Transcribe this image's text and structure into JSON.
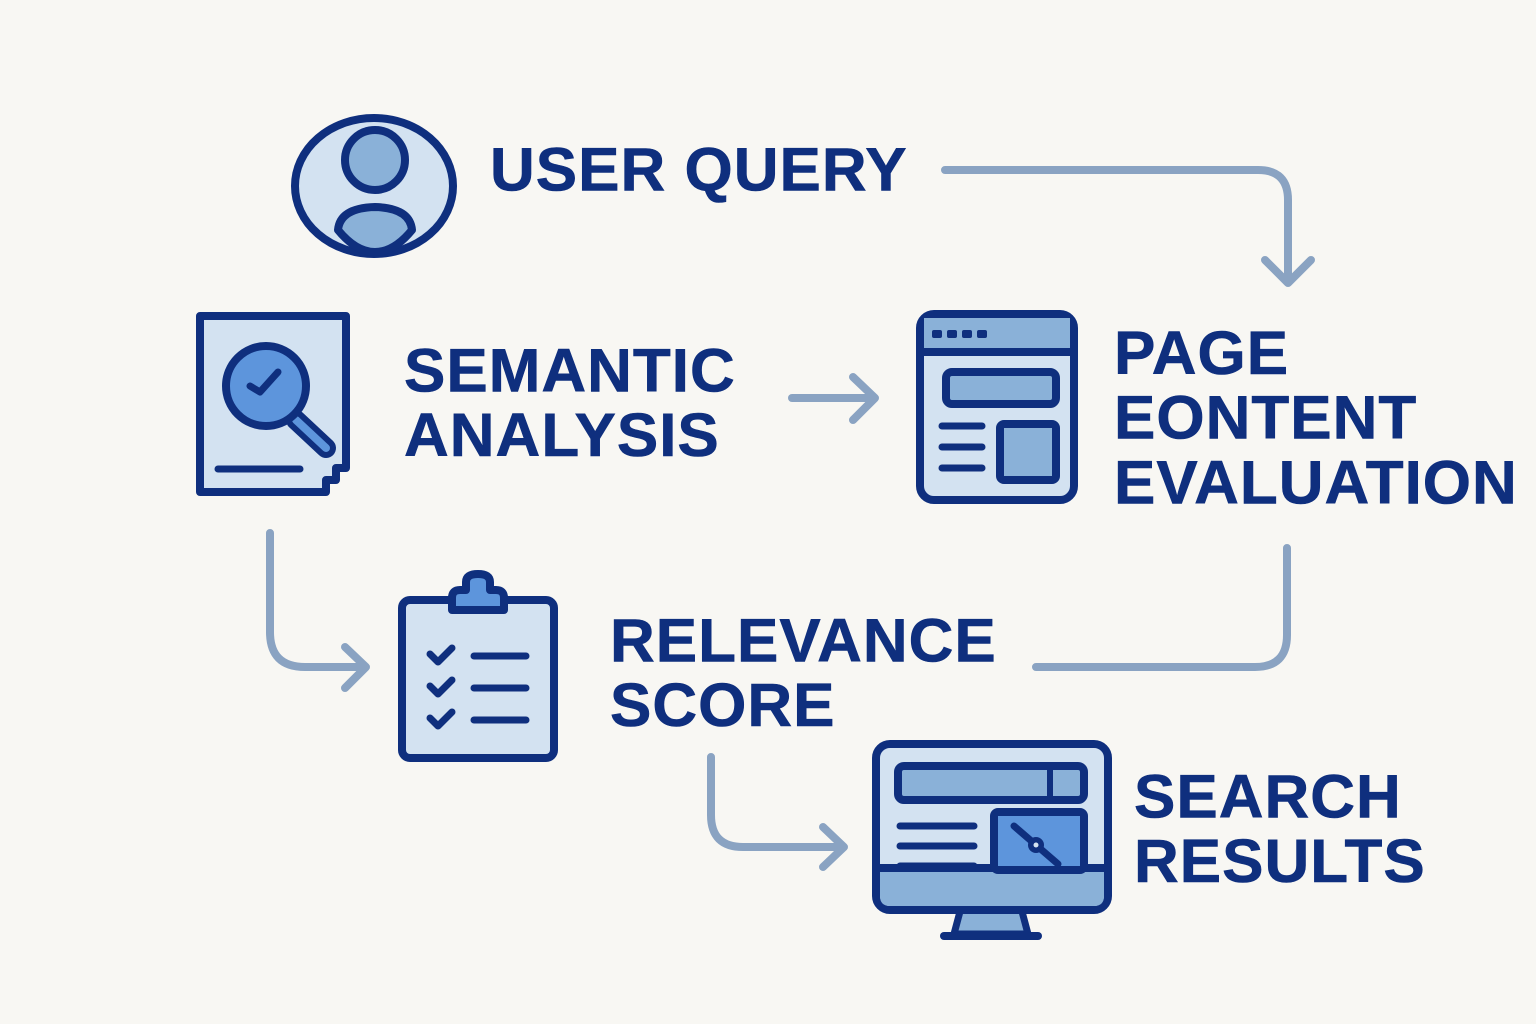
{
  "diagram": {
    "type": "flowchart",
    "colors": {
      "background": "#f8f7f3",
      "text": "#0f2f7e",
      "icon_outline": "#0f2f7e",
      "icon_fill_light": "#d3e2f1",
      "icon_fill_mid": "#8ab1d8",
      "icon_fill_accent": "#5d95dc",
      "arrow": "#8aa3c2"
    },
    "nodes": [
      {
        "id": "user-query",
        "icon": "user-avatar-icon",
        "lines": [
          "USER QUERY"
        ]
      },
      {
        "id": "semantic-analysis",
        "icon": "document-magnifier-icon",
        "lines": [
          "SEMANTIC",
          "ANALYSIS"
        ]
      },
      {
        "id": "page-content-evaluation",
        "icon": "web-page-icon",
        "lines": [
          "PAGE",
          "EONTENT",
          "EVALUATION"
        ]
      },
      {
        "id": "relevance-score",
        "icon": "clipboard-checklist-icon",
        "lines": [
          "RELEVANCE",
          "SCORE"
        ]
      },
      {
        "id": "search-results",
        "icon": "monitor-results-icon",
        "lines": [
          "SEARCH",
          "RESULTS"
        ]
      }
    ],
    "edges": [
      {
        "from": "user-query",
        "to": "page-content-evaluation"
      },
      {
        "from": "semantic-analysis",
        "to": "page-content-evaluation"
      },
      {
        "from": "semantic-analysis",
        "to": "relevance-score"
      },
      {
        "from": "page-content-evaluation",
        "to": "relevance-score"
      },
      {
        "from": "relevance-score",
        "to": "search-results"
      }
    ]
  }
}
